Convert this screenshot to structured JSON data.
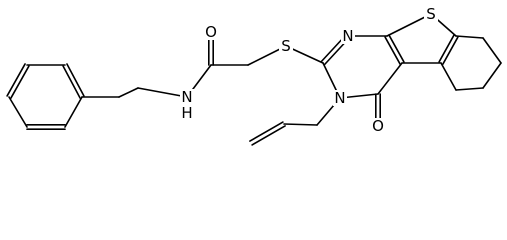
{
  "labels": {
    "S_thioether": "S",
    "S_thiophene": "S",
    "N_ring_top": "N",
    "N_ring_bottom": "N",
    "O_amide": "O",
    "N_amide": "N",
    "H_amide": "H",
    "O_carbonyl": "O"
  },
  "colors": {
    "background": "#ffffff",
    "ink": "#000000"
  }
}
